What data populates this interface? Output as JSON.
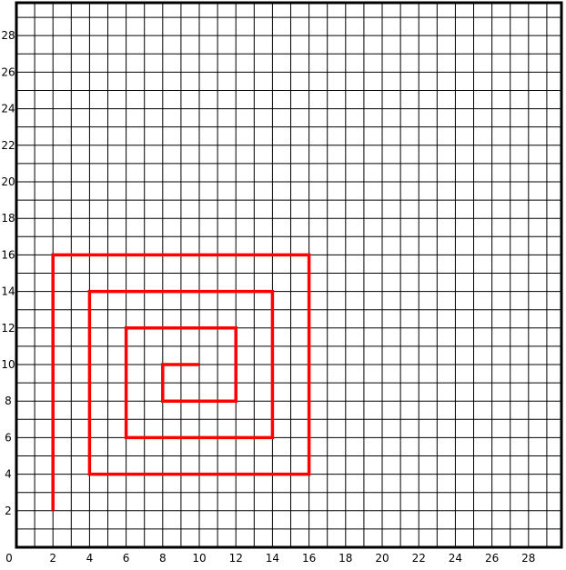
{
  "chart_data": {
    "type": "line",
    "title": "",
    "xlabel": "",
    "ylabel": "",
    "xlim": [
      0,
      29.8
    ],
    "ylim": [
      0,
      29.8
    ],
    "grid": true,
    "grid_step": 1,
    "x_ticks": [
      "0",
      "2",
      "4",
      "6",
      "8",
      "10",
      "12",
      "14",
      "16",
      "18",
      "20",
      "22",
      "24",
      "26",
      "28"
    ],
    "y_ticks": [
      "2",
      "4",
      "6",
      "8",
      "10",
      "12",
      "14",
      "16",
      "18",
      "20",
      "22",
      "24",
      "26",
      "28"
    ],
    "series": [
      {
        "color": "#ff0000",
        "points": [
          [
            10,
            10
          ],
          [
            8,
            10
          ],
          [
            8,
            8
          ],
          [
            12,
            8
          ],
          [
            12,
            12
          ],
          [
            6,
            12
          ],
          [
            6,
            6
          ],
          [
            14,
            6
          ],
          [
            14,
            14
          ],
          [
            4,
            14
          ],
          [
            4,
            4
          ],
          [
            16,
            4
          ],
          [
            16,
            16
          ],
          [
            2,
            16
          ],
          [
            2,
            2
          ]
        ]
      }
    ]
  }
}
